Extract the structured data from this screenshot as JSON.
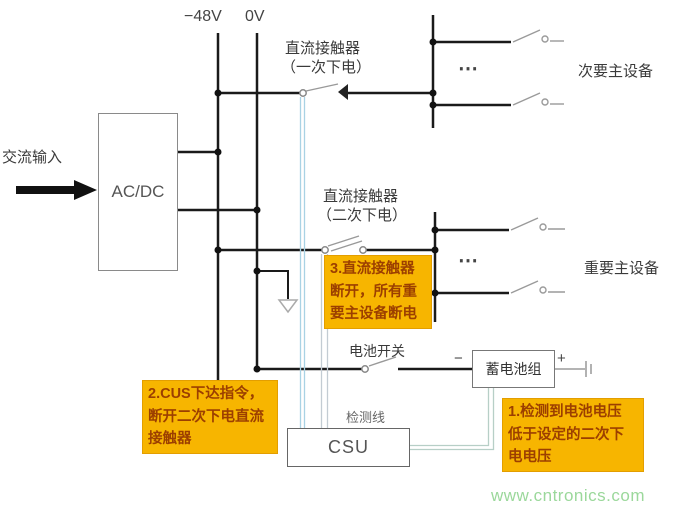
{
  "colors": {
    "wire": "#1a1a1a",
    "control_line": "#a9d2e4",
    "sense_line": "#b7cfc7",
    "callout_bg": "#F7B500",
    "callout_text": "#9C3F00",
    "watermark": "#9BD89B"
  },
  "buses": {
    "neg": "−48V",
    "zero": "0V"
  },
  "source": {
    "input": "交流输入",
    "converter": "AC/DC"
  },
  "contactors": {
    "primary": {
      "title": "直流接触器",
      "subtitle": "（一次下电）"
    },
    "secondary": {
      "title": "直流接触器",
      "subtitle": "（二次下电）"
    }
  },
  "loads": {
    "minor": "次要主设备",
    "major": "重要主设备",
    "ellipsis": "⋯"
  },
  "battery": {
    "switch": "电池开关",
    "pack": "蓄电池组",
    "minus": "−",
    "plus": "+"
  },
  "csu": {
    "label": "CSU",
    "sense": "检测线"
  },
  "callouts": {
    "step1": {
      "lines": [
        "1.检测到电池电压",
        "低于设定的二次下",
        "电电压"
      ]
    },
    "step2": {
      "lines": [
        "2.CUS下达指令，",
        "断开二次下电直流",
        "接触器"
      ]
    },
    "step3": {
      "lines": [
        "3.直流接触器",
        "断开，所有重",
        "要主设备断电"
      ]
    }
  },
  "watermark": "www.cntronics.com"
}
